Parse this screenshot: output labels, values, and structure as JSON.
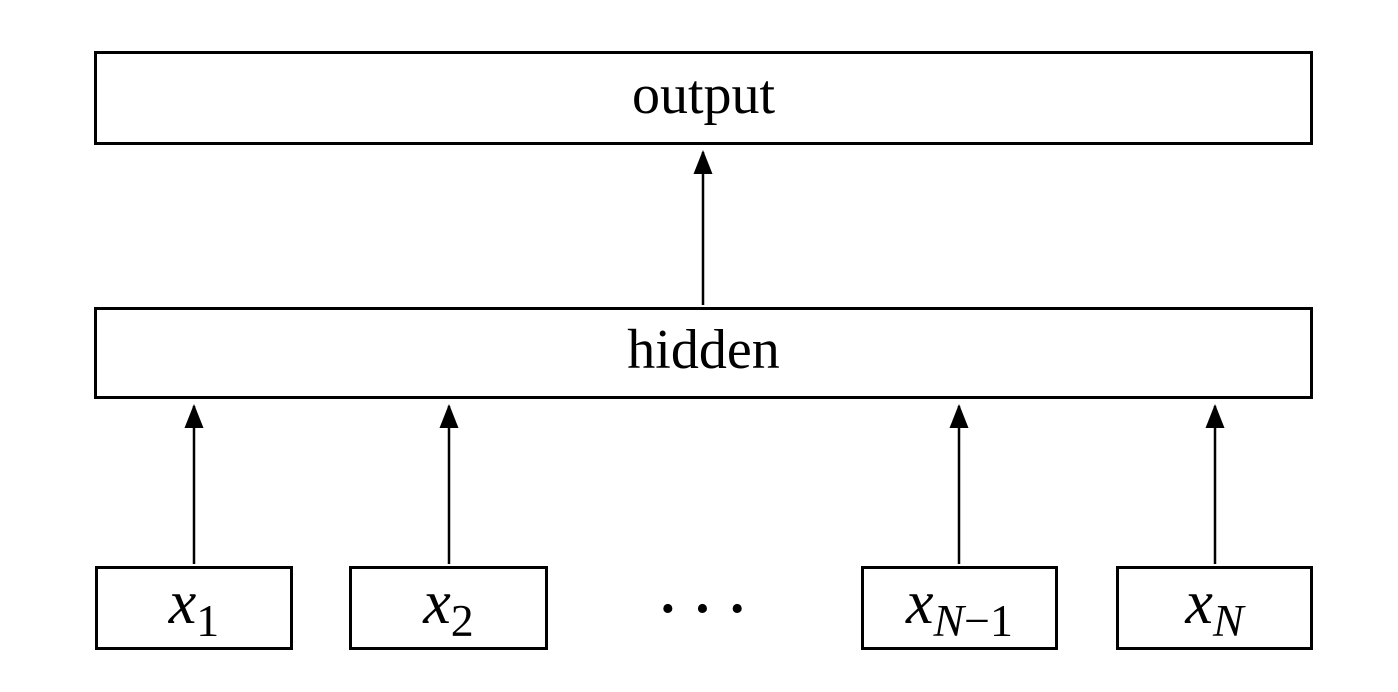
{
  "diagram": {
    "layers": {
      "output_label": "output",
      "hidden_label": "hidden"
    },
    "inputs": [
      {
        "base": "x",
        "sub_italic": "",
        "sub_plain": "1"
      },
      {
        "base": "x",
        "sub_italic": "",
        "sub_plain": "2"
      },
      {
        "base": "x",
        "sub_italic": "N",
        "sub_plain": "−1"
      },
      {
        "base": "x",
        "sub_italic": "N",
        "sub_plain": ""
      }
    ],
    "ellipsis": "· · ·",
    "edges": [
      {
        "from": "hidden",
        "to": "output"
      },
      {
        "from": "x1",
        "to": "hidden"
      },
      {
        "from": "x2",
        "to": "hidden"
      },
      {
        "from": "xN-1",
        "to": "hidden"
      },
      {
        "from": "xN",
        "to": "hidden"
      }
    ],
    "colors": {
      "background": "#ffffff",
      "line": "#000000",
      "text": "#000000"
    }
  }
}
